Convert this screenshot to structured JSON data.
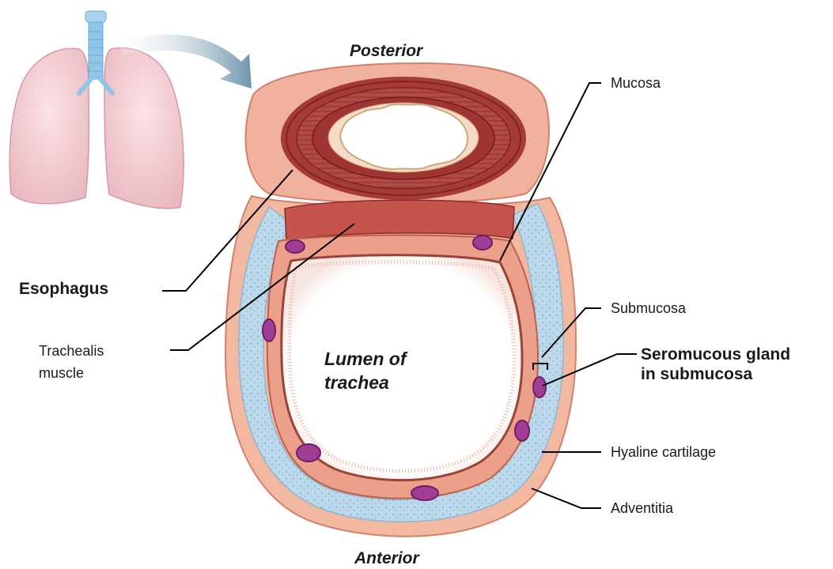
{
  "orientation": {
    "posterior": "Posterior",
    "anterior": "Anterior"
  },
  "labels": {
    "mucosa": "Mucosa",
    "submucosa": "Submucosa",
    "seromucous_line1": "Seromucous gland",
    "seromucous_line2": "in submucosa",
    "hyaline_cartilage": "Hyaline cartilage",
    "adventitia": "Adventitia",
    "esophagus": "Esophagus",
    "trachealis_line1": "Trachealis",
    "trachealis_line2": "muscle",
    "lumen_line1": "Lumen of",
    "lumen_line2": "trachea"
  },
  "colors": {
    "outer_tissue": "#f2b9a0",
    "cartilage": "#bcd9ec",
    "mucosa": "#c9715e",
    "gland": "#9c3c93",
    "esophagus_muscle": "#a63a37",
    "lung": "#f3cfd3",
    "trachea_icon": "#8fc6e8",
    "arrow": "#6f95ac",
    "leader_line": "#000000"
  }
}
